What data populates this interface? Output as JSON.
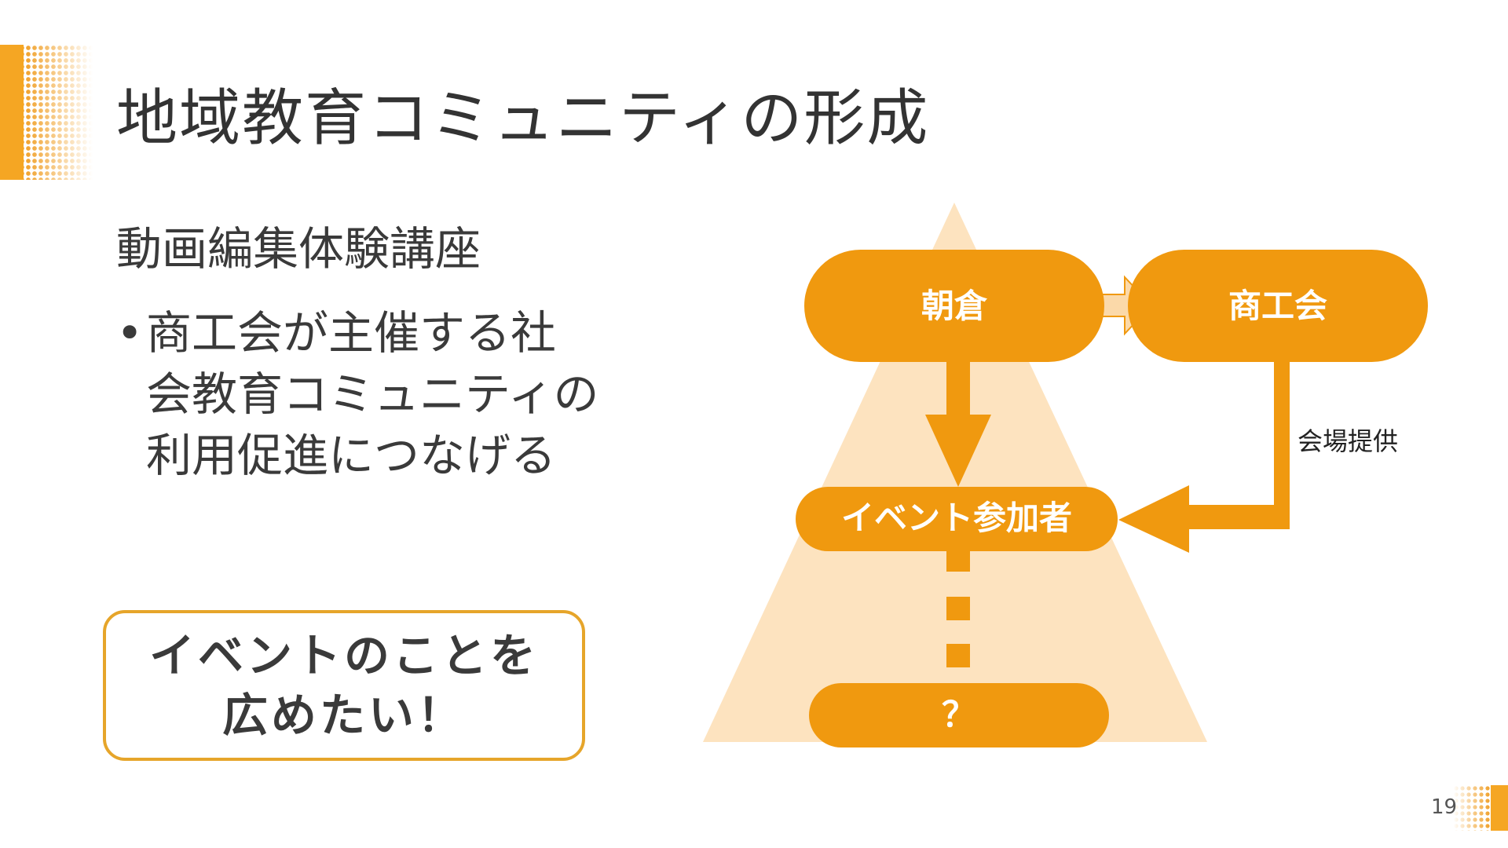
{
  "slide": {
    "title": "地域教育コミュニティの形成",
    "subheading": "動画編集体験講座",
    "bullet": {
      "marker": "•",
      "lines": [
        "商工会が主催する社",
        "会教育コミュニティの",
        "利用促進につなげる"
      ]
    },
    "callout": {
      "lines": [
        "イベントのことを",
        "広めたい！"
      ]
    },
    "page_number": "19"
  },
  "diagram": {
    "nodes": {
      "asakura": "朝倉",
      "shokokai": "商工会",
      "event_participants": "イベント参加者",
      "unknown": "？"
    },
    "edge_label": "会場提供"
  },
  "colors": {
    "accent_orange": "#f0990f",
    "pyramid_fill": "#fde3bf",
    "arrow_light": "#fbd9a9",
    "callout_border": "#e6a52a",
    "text_dark": "#3a3a3a"
  }
}
